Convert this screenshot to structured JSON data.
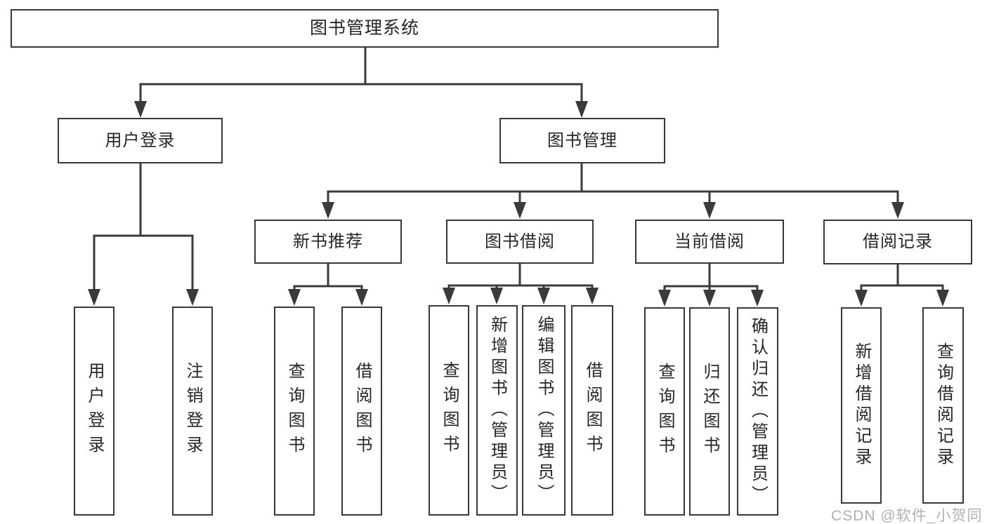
{
  "diagram": {
    "root": {
      "label": "图书管理系统"
    },
    "level2": [
      {
        "id": "user-login",
        "label": "用户登录"
      },
      {
        "id": "book-management",
        "label": "图书管理"
      }
    ],
    "level3": [
      {
        "id": "new-book-recommend",
        "label": "新书推荐"
      },
      {
        "id": "book-borrow",
        "label": "图书借阅"
      },
      {
        "id": "current-borrow",
        "label": "当前借阅"
      },
      {
        "id": "borrow-records",
        "label": "借阅记录"
      }
    ],
    "leaves": {
      "user_login": [
        {
          "label": "用户登录"
        },
        {
          "label": "注销登录"
        }
      ],
      "new_book": [
        {
          "label": "查询图书"
        },
        {
          "label": "借阅图书"
        }
      ],
      "book_borrow": [
        {
          "label": "查询图书"
        },
        {
          "label": "新增图书（管理员）"
        },
        {
          "label": "编辑图书（管理员）"
        },
        {
          "label": "借阅图书"
        }
      ],
      "current_borrow": [
        {
          "label": "查询图书"
        },
        {
          "label": "归还图书"
        },
        {
          "label": "确认归还（管理员）"
        }
      ],
      "borrow_records": [
        {
          "label": "新增借阅记录"
        },
        {
          "label": "查询借阅记录"
        }
      ]
    }
  },
  "watermark": {
    "text": "CSDN @软件_小贺同学",
    "color": "#b2afb7"
  },
  "colors": {
    "line": "#3a3a3a",
    "border": "#383838",
    "text": "#262626",
    "background": "#ffffff"
  }
}
